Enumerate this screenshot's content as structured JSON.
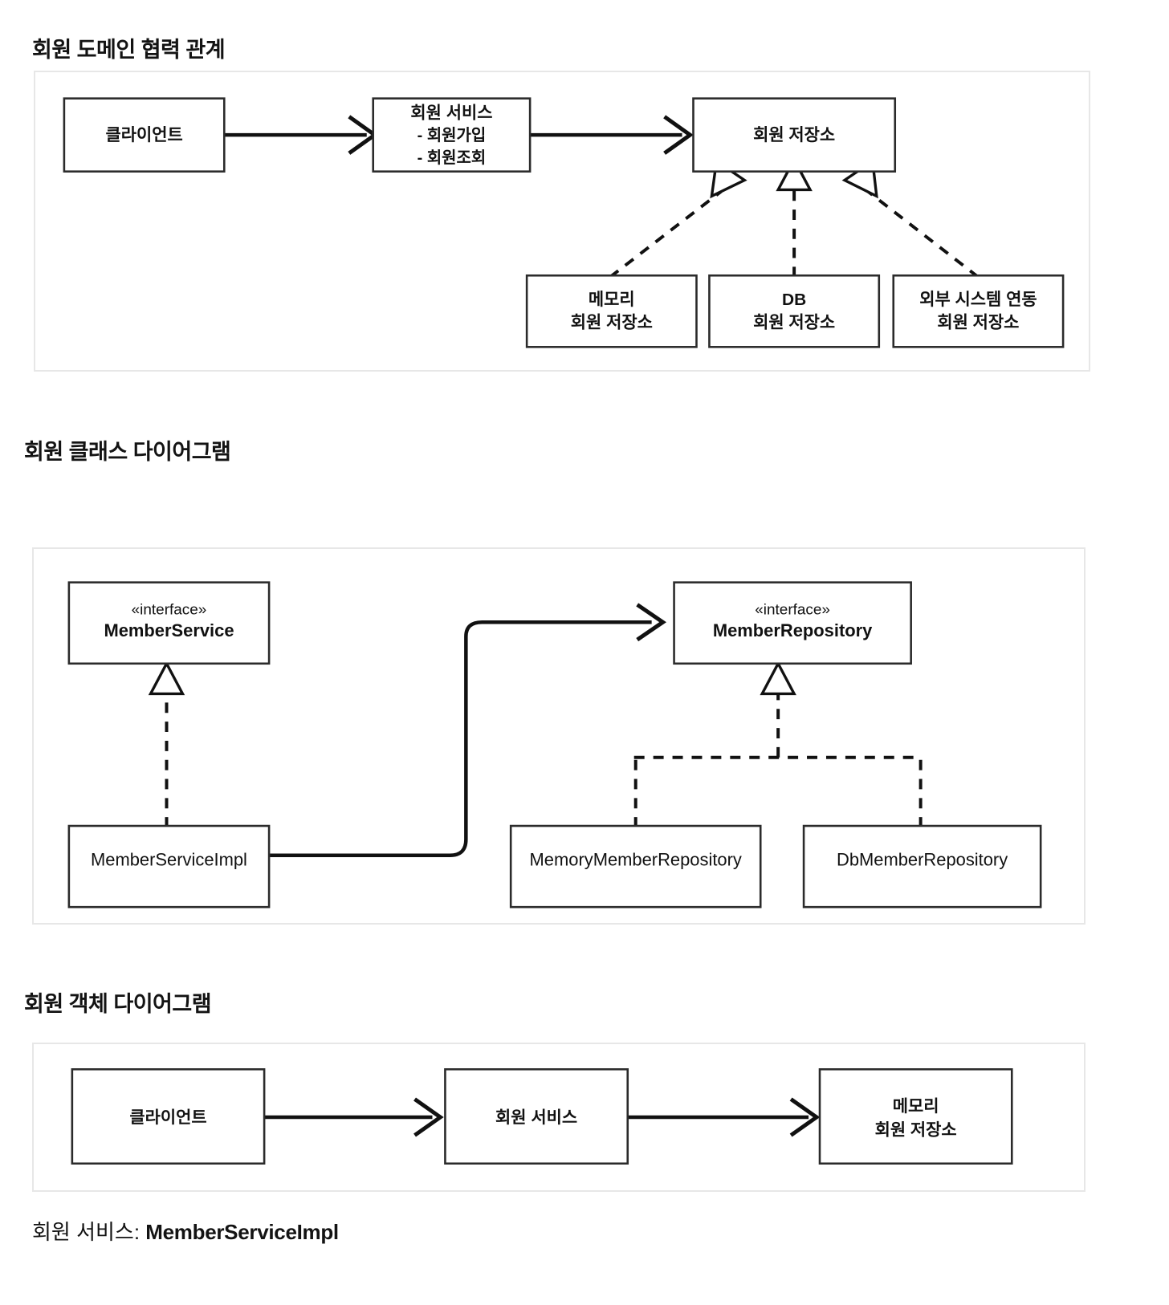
{
  "sections": {
    "domain": {
      "title": "회원 도메인 협력 관계",
      "boxes": {
        "client": "클라이언트",
        "member_service_title": "회원 서비스",
        "member_service_op1": "- 회원가입",
        "member_service_op2": "- 회원조회",
        "member_repository": "회원 저장소",
        "memory_line1": "메모리",
        "memory_line2": "회원 저장소",
        "db_line1": "DB",
        "db_line2": "회원 저장소",
        "external_line1": "외부 시스템 연동",
        "external_line2": "회원 저장소"
      }
    },
    "classdiagram": {
      "title": "회원 클래스 다이어그램",
      "boxes": {
        "member_service_stereo": "«interface»",
        "member_service_name": "MemberService",
        "member_repository_stereo": "«interface»",
        "member_repository_name": "MemberRepository",
        "member_service_impl": "MemberServiceImpl",
        "memory_member_repository": "MemoryMemberRepository",
        "db_member_repository": "DbMemberRepository"
      }
    },
    "objectdiagram": {
      "title": "회원 객체 다이어그램",
      "boxes": {
        "client": "클라이언트",
        "member_service": "회원 서비스",
        "memory_repo_line1": "메모리",
        "memory_repo_line2": "회원 저장소"
      }
    }
  },
  "footer": {
    "label": "회원 서비스: ",
    "value": "MemberServiceImpl"
  },
  "colors": {
    "frame_border": "#e7e7e7",
    "box_border": "#2b2b2b",
    "line": "#111111",
    "text": "#111111",
    "background": "#ffffff"
  }
}
